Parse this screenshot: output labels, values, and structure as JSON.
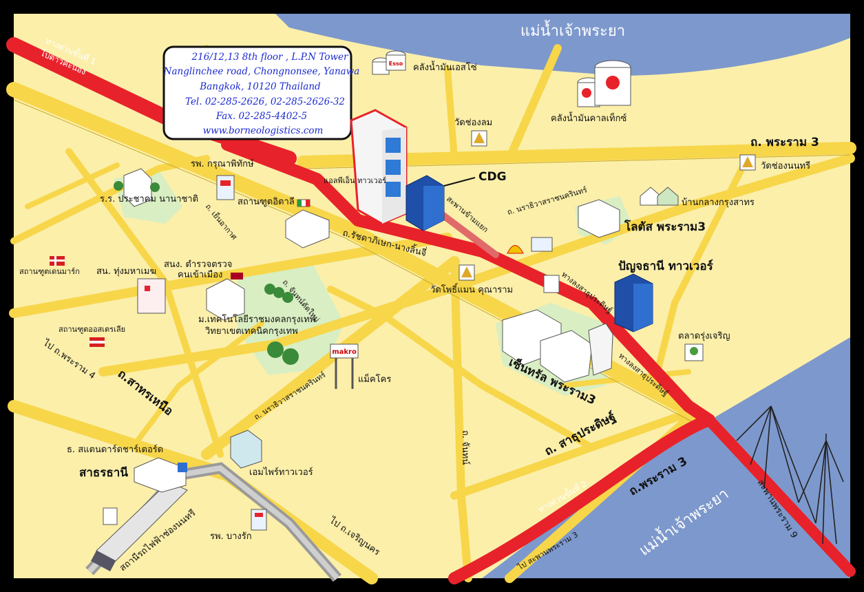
{
  "address": {
    "lines": [
      "216/12,13 8th floor , L.P.N Tower",
      "Nanglinchee road, Chongnonsee, Yanawa",
      "Bangkok, 10120 Thailand",
      "Tel. 02-285-2626, 02-285-2626-32",
      "Fax. 02-285-4402-5",
      "www.borneologistics.com"
    ]
  },
  "rivers": {
    "top": "แม่น้ำเจ้าพระยา",
    "bottom": "แม่น้ำเจ้าพระยา"
  },
  "expressways": {
    "one": "ทางด่วนขั้นที่ 1",
    "one_dir": "ไปดาวคะนอง",
    "two": "ทางด่วนขั้นที่ 2"
  },
  "roads": {
    "rama3_top": "ถ. พระราม 3",
    "rama3_bottom": "ถ.พระราม 3",
    "rama4": "ไป ถ.พระราม 4",
    "sathorn": "ถ.สาทรเหนือ",
    "narathiwat1": "ถ. นราธิวาสราชนครินทร์",
    "narathiwat2": "ถ. นราธิวาสราชนครินทร์",
    "ratchadaphisek": "ถ.รัชดาภิเษก-นางลิ้นจี่",
    "yen_akat": "ถ. เย็นอากาศ",
    "chan_tat_mai": "ถ. จันทน์ตัดใหม่",
    "chan": "ถ. จันทน์",
    "sathu_pradit": "ถ. สาธุประดิษฐ์",
    "charoen_krung": "ไป ถ.เจริญนคร",
    "to_rama3_bridge": "ไป สะพานพระราม 3",
    "bridge_rama9": "สะพานพระราม 9",
    "ramp1": "ทางลงสาธุประดิษฐ์",
    "ramp2": "ทางลงสาธุประดิษฐ์",
    "bang_yai": "สะพานข้ามแยก"
  },
  "places": {
    "cdg": "CDG",
    "esso": "คลังน้ำมันเอสโซ่",
    "caltex": "คลังน้ำมันคาลเท็กซ์",
    "wat_chong_lom": "วัดช่องลม",
    "wat_chong_nonsi": "วัดช่องนนทรี",
    "ban_klang": "บ้านกลางกรุงสาทร",
    "lotus": "โลตัส พระราม3",
    "panya": "ปัญจธานี ทาวเวอร์",
    "market": "ตลาดรุ่งเจริญ",
    "central": "เซ็นทรัล พระราม3",
    "wat_phosaen": "วัดโพธิ์แมน คุณาราม",
    "lpn": "แอลพีเอ็น ทาวเวอร์",
    "italy": "สถานฑูตอิตาลี",
    "karuna": "รพ. กรุณาพิทักษ์",
    "school": "ร.ร. ประชาคม นานาชาติ",
    "denmark": "สถานฑูตเดนมาร์ก",
    "austria": "สถานฑูตออสเตรเลีย",
    "thung": "สน. ทุ่งมหาเมฆ",
    "immig": "สนง. ตำรวจตรวจ",
    "immig2": "คนเข้าเมือง",
    "rmut": "ม.เทคโนโลยีราชมงคลกรุงเทพ",
    "rmut2": "วิทยาเขตเทคนิคกรุงเทพ",
    "makro": "แม็คโคร",
    "makro_sign": "makro",
    "empire": "เอมไพร์ทาวเวอร์",
    "standard": "ธ. สแตนดาร์ดชาร์เตอร์ด",
    "sathorn_tani": "สาธรธานี",
    "bangrak": "รพ. บางรัก",
    "bts": "สถานีรถไฟฟ้าช่องนนทรี"
  },
  "colors": {
    "land": "#fbefaa",
    "road": "#f7d64a",
    "river": "#7d98cc",
    "expressway": "#e8222a",
    "park": "#d9eec2",
    "address_text": "#1a2ad0"
  }
}
